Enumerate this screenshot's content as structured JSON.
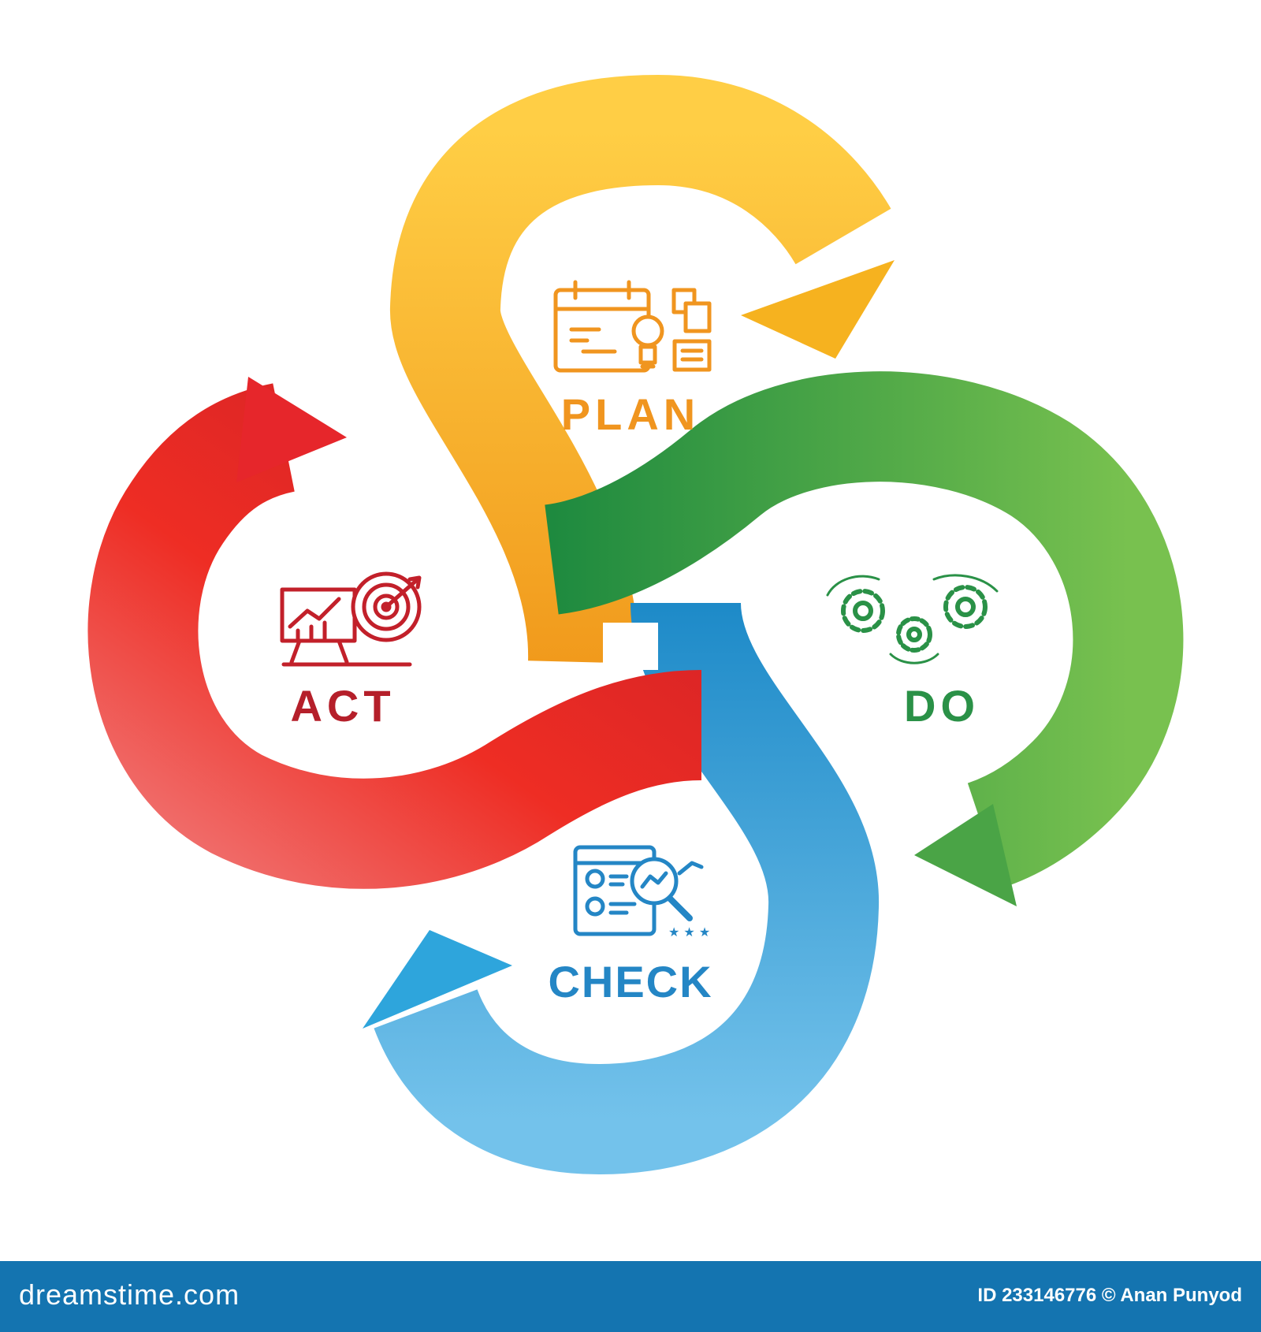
{
  "diagram": {
    "stages": [
      {
        "id": "plan",
        "label": "PLAN",
        "color": "#f2a21d",
        "icon": "calendar-lightbulb-notes-icon"
      },
      {
        "id": "do",
        "label": "DO",
        "color": "#2f9a45",
        "icon": "gears-icon"
      },
      {
        "id": "check",
        "label": "CHECK",
        "color": "#2a8fcb",
        "icon": "report-magnifier-icon"
      },
      {
        "id": "act",
        "label": "ACT",
        "color": "#c3202a",
        "icon": "presentation-target-icon"
      }
    ]
  },
  "footer": {
    "site": "dreamstime.com",
    "credit": "ID 233146776 © Anan Punyod",
    "background": "#1474b0"
  }
}
